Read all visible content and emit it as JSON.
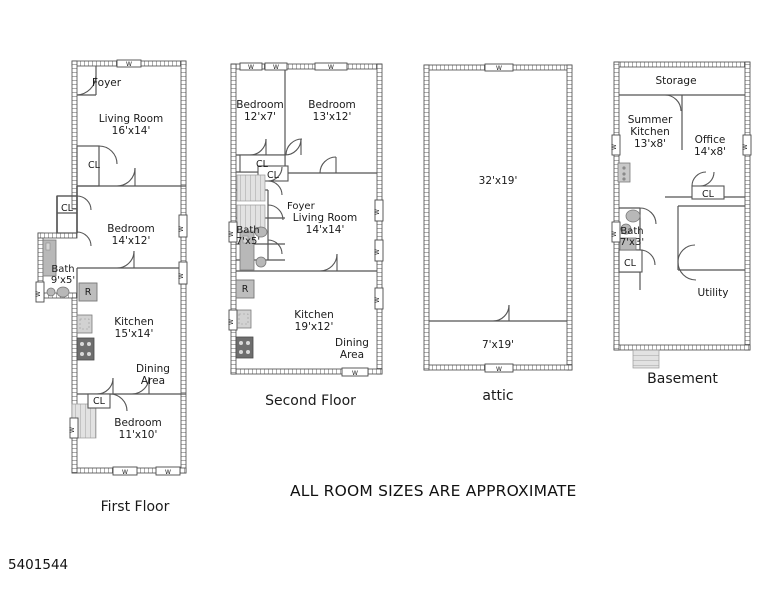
{
  "document": {
    "listing_id": "5401544",
    "disclaimer": "ALL ROOM SIZES ARE APPROXIMATE",
    "window_symbol": "W",
    "closet_symbol": "CL",
    "refrigerator_symbol": "R"
  },
  "floors": [
    {
      "key": "first_floor",
      "caption": "First Floor",
      "rooms": [
        {
          "name": "Foyer",
          "size": ""
        },
        {
          "name": "Living Room",
          "size": "16'x14'"
        },
        {
          "name": "Bedroom",
          "size": "14'x12'"
        },
        {
          "name": "Bath",
          "size": "9'x5'"
        },
        {
          "name": "Kitchen",
          "size": "15'x14'"
        },
        {
          "name": "Dining Area",
          "size": ""
        },
        {
          "name": "Bedroom",
          "size": "11'x10'"
        }
      ],
      "closets": [
        "CL",
        "CL",
        "CL"
      ],
      "appliances": [
        "R"
      ],
      "window_count": 7
    },
    {
      "key": "second_floor",
      "caption": "Second Floor",
      "rooms": [
        {
          "name": "Bedroom",
          "size": "12'x7'"
        },
        {
          "name": "Bedroom",
          "size": "13'x12'"
        },
        {
          "name": "Foyer",
          "size": ""
        },
        {
          "name": "Living Room",
          "size": "14'x14'"
        },
        {
          "name": "Bath",
          "size": "7'x5'"
        },
        {
          "name": "Kitchen",
          "size": "19'x12'"
        },
        {
          "name": "Dining Area",
          "size": ""
        }
      ],
      "closets": [
        "CL",
        "CL"
      ],
      "appliances": [
        "R"
      ],
      "window_count": 8
    },
    {
      "key": "attic",
      "caption": "attic",
      "rooms": [
        {
          "name": "",
          "size": "32'x19'"
        },
        {
          "name": "",
          "size": "7'x19'"
        }
      ],
      "closets": [],
      "appliances": [],
      "window_count": 2
    },
    {
      "key": "basement",
      "caption": "Basement",
      "rooms": [
        {
          "name": "Storage",
          "size": ""
        },
        {
          "name": "Summer Kitchen",
          "size": "13'x8'"
        },
        {
          "name": "Office",
          "size": "14'x8'"
        },
        {
          "name": "Bath",
          "size": "7'x3'"
        },
        {
          "name": "Utility",
          "size": ""
        }
      ],
      "closets": [
        "CL",
        "CL"
      ],
      "appliances": [],
      "window_count": 3
    }
  ],
  "labels": {
    "first": {
      "foyer": "Foyer",
      "living_room": "Living Room",
      "living_room_size": "16'x14'",
      "bedroom_1": "Bedroom",
      "bedroom_1_size": "14'x12'",
      "bath": "Bath",
      "bath_size": "9'x5'",
      "kitchen": "Kitchen",
      "kitchen_size": "15'x14'",
      "dining": "Dining",
      "dining_2": "Area",
      "bedroom_2": "Bedroom",
      "bedroom_2_size": "11'x10'",
      "cl_1": "CL",
      "cl_2": "CL",
      "cl_3": "CL",
      "fridge": "R",
      "caption": "First Floor"
    },
    "second": {
      "bedroom_1": "Bedroom",
      "bedroom_1_size": "12'x7'",
      "bedroom_2": "Bedroom",
      "bedroom_2_size": "13'x12'",
      "cl_1": "CL",
      "cl_2": "CL",
      "foyer": "Foyer",
      "living_room": "Living Room",
      "living_room_size": "14'x14'",
      "bath": "Bath",
      "bath_size": "7'x5'",
      "fridge": "R",
      "kitchen": "Kitchen",
      "kitchen_size": "19'x12'",
      "dining": "Dining",
      "dining_2": "Area",
      "caption": "Second Floor"
    },
    "attic": {
      "main_size": "32'x19'",
      "lower_size": "7'x19'",
      "caption": "attic"
    },
    "basement": {
      "storage": "Storage",
      "summer": "Summer",
      "kitchen": "Kitchen",
      "summer_size": "13'x8'",
      "office": "Office",
      "office_size": "14'x8'",
      "cl_1": "CL",
      "bath": "Bath",
      "bath_size": "7'x3'",
      "cl_2": "CL",
      "utility": "Utility",
      "caption": "Basement"
    }
  },
  "colors": {
    "wall": "#3b3b3b",
    "thin_wall": "#555555",
    "fixture_fill": "#b8b8b8",
    "fixture_stroke": "#6e6e6e",
    "text": "#1a1a1a",
    "background": "#ffffff"
  }
}
